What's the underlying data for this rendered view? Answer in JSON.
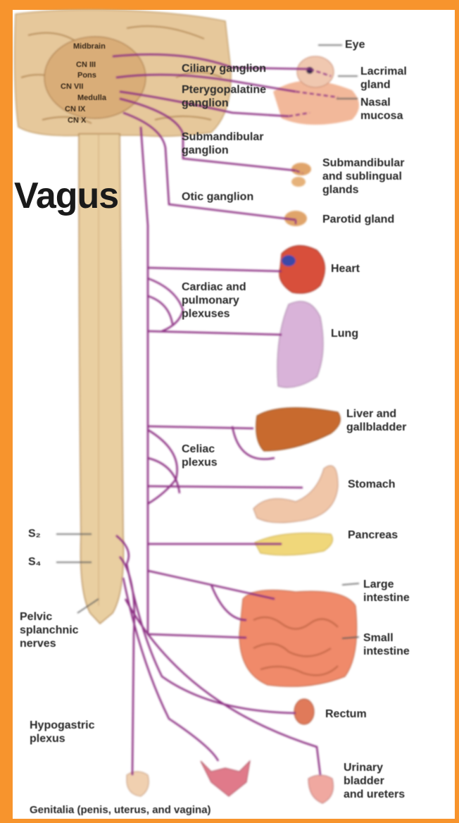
{
  "title": "Vagus",
  "colors": {
    "frame": "#f7942d",
    "nerve": "#8b2f82",
    "spinal_cord": "#e9cfa1",
    "brain": "#e6c89b",
    "heart": "#d8503a",
    "lung": "#d9b3d9",
    "liver": "#c86a2e",
    "stomach": "#f0c6a8",
    "pancreas": "#f0d77a",
    "intestine": "#f08a6a"
  },
  "brain_labels": {
    "midbrain": "Midbrain",
    "cn3": "CN III",
    "pons": "Pons",
    "cn7": "CN VII",
    "medulla": "Medulla",
    "cn9": "CN IX",
    "cn10": "CN X"
  },
  "ganglia": {
    "ciliary": "Ciliary ganglion",
    "pterygopalatine": "Pterygopalatine\nganglion",
    "submandibular": "Submandibular\nganglion",
    "otic": "Otic ganglion"
  },
  "plexuses": {
    "cardiac": "Cardiac and\npulmonary\nplexuses",
    "celiac": "Celiac\nplexus",
    "hypogastric": "Hypogastric\nplexus"
  },
  "organs": {
    "eye": "Eye",
    "lacrimal": "Lacrimal\ngland",
    "nasal": "Nasal\nmucosa",
    "submandibular_glands": "Submandibular\nand sublingual\nglands",
    "parotid": "Parotid gland",
    "heart": "Heart",
    "lung": "Lung",
    "liver": "Liver and\ngallbladder",
    "stomach": "Stomach",
    "pancreas": "Pancreas",
    "large_intestine": "Large\nintestine",
    "small_intestine": "Small\nintestine",
    "rectum": "Rectum",
    "bladder": "Urinary\nbladder\nand ureters"
  },
  "spinal": {
    "s2": "S₂",
    "s4": "S₄",
    "pelvic": "Pelvic\nsplanchnic\nnerves"
  },
  "genitalia": "Genitalia (penis, uterus, and vagina)"
}
